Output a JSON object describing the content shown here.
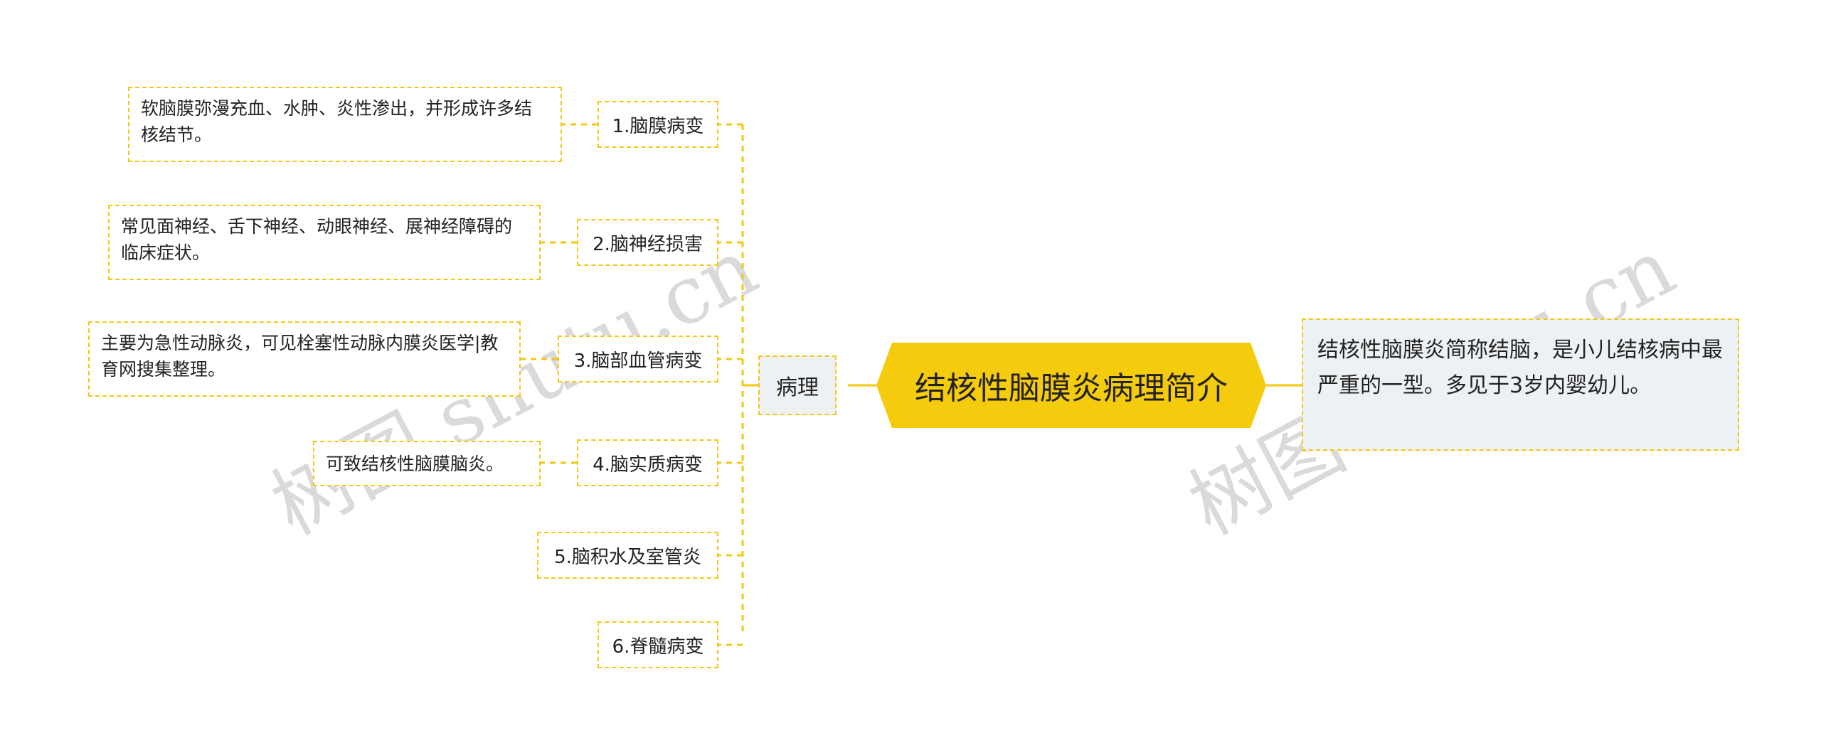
{
  "root": {
    "title": "结核性脑膜炎病理简介"
  },
  "note": {
    "text": "结核性脑膜炎简称结脑，是小儿结核病中最严重的一型。多见于3岁内婴幼儿。"
  },
  "hub": {
    "label": "病理"
  },
  "branches": [
    {
      "label": "1.脑膜病变",
      "detail": "软脑膜弥漫充血、水肿、炎性渗出，并形成许多结核结节。"
    },
    {
      "label": "2.脑神经损害",
      "detail": "常见面神经、舌下神经、动眼神经、展神经障碍的临床症状。"
    },
    {
      "label": "3.脑部血管病变",
      "detail": "主要为急性动脉炎，可见栓塞性动脉内膜炎医学|教育网搜集整理。"
    },
    {
      "label": "4.脑实质病变",
      "detail": "可致结核性脑膜脑炎。"
    },
    {
      "label": "5.脑积水及室管炎"
    },
    {
      "label": "6.脊髓病变"
    }
  ],
  "watermarks": [
    "树图 shutu.cn",
    "树图 shutu.cn"
  ],
  "colors": {
    "accent": "#f5cb0d",
    "border": "#f2c811",
    "fill": "#eef1f4"
  }
}
